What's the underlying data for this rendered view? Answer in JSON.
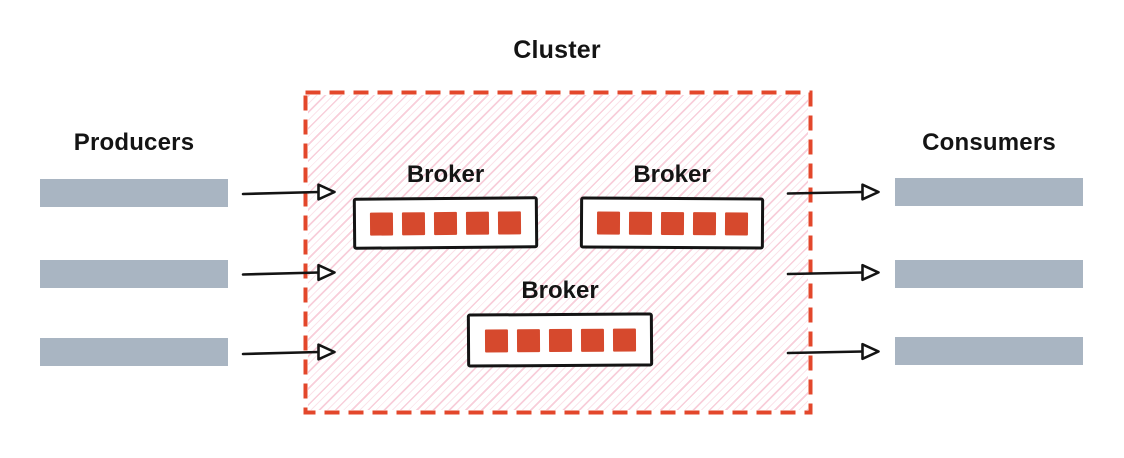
{
  "diagram": {
    "cluster_label": "Cluster",
    "producers_label": "Producers",
    "consumers_label": "Consumers",
    "producers_count": 3,
    "consumers_count": 3,
    "producer_arrows": 3,
    "consumer_arrows": 3,
    "brokers": [
      {
        "label": "Broker",
        "partitions": 5
      },
      {
        "label": "Broker",
        "partitions": 5
      },
      {
        "label": "Broker",
        "partitions": 5
      }
    ],
    "colors": {
      "cluster_border": "#e3472b",
      "partition_red": "#d6492d",
      "hatch_pink": "#f2a6bb",
      "bar_gray": "#a9b5c2",
      "line_black": "#141414",
      "background": "#ffffff"
    }
  }
}
